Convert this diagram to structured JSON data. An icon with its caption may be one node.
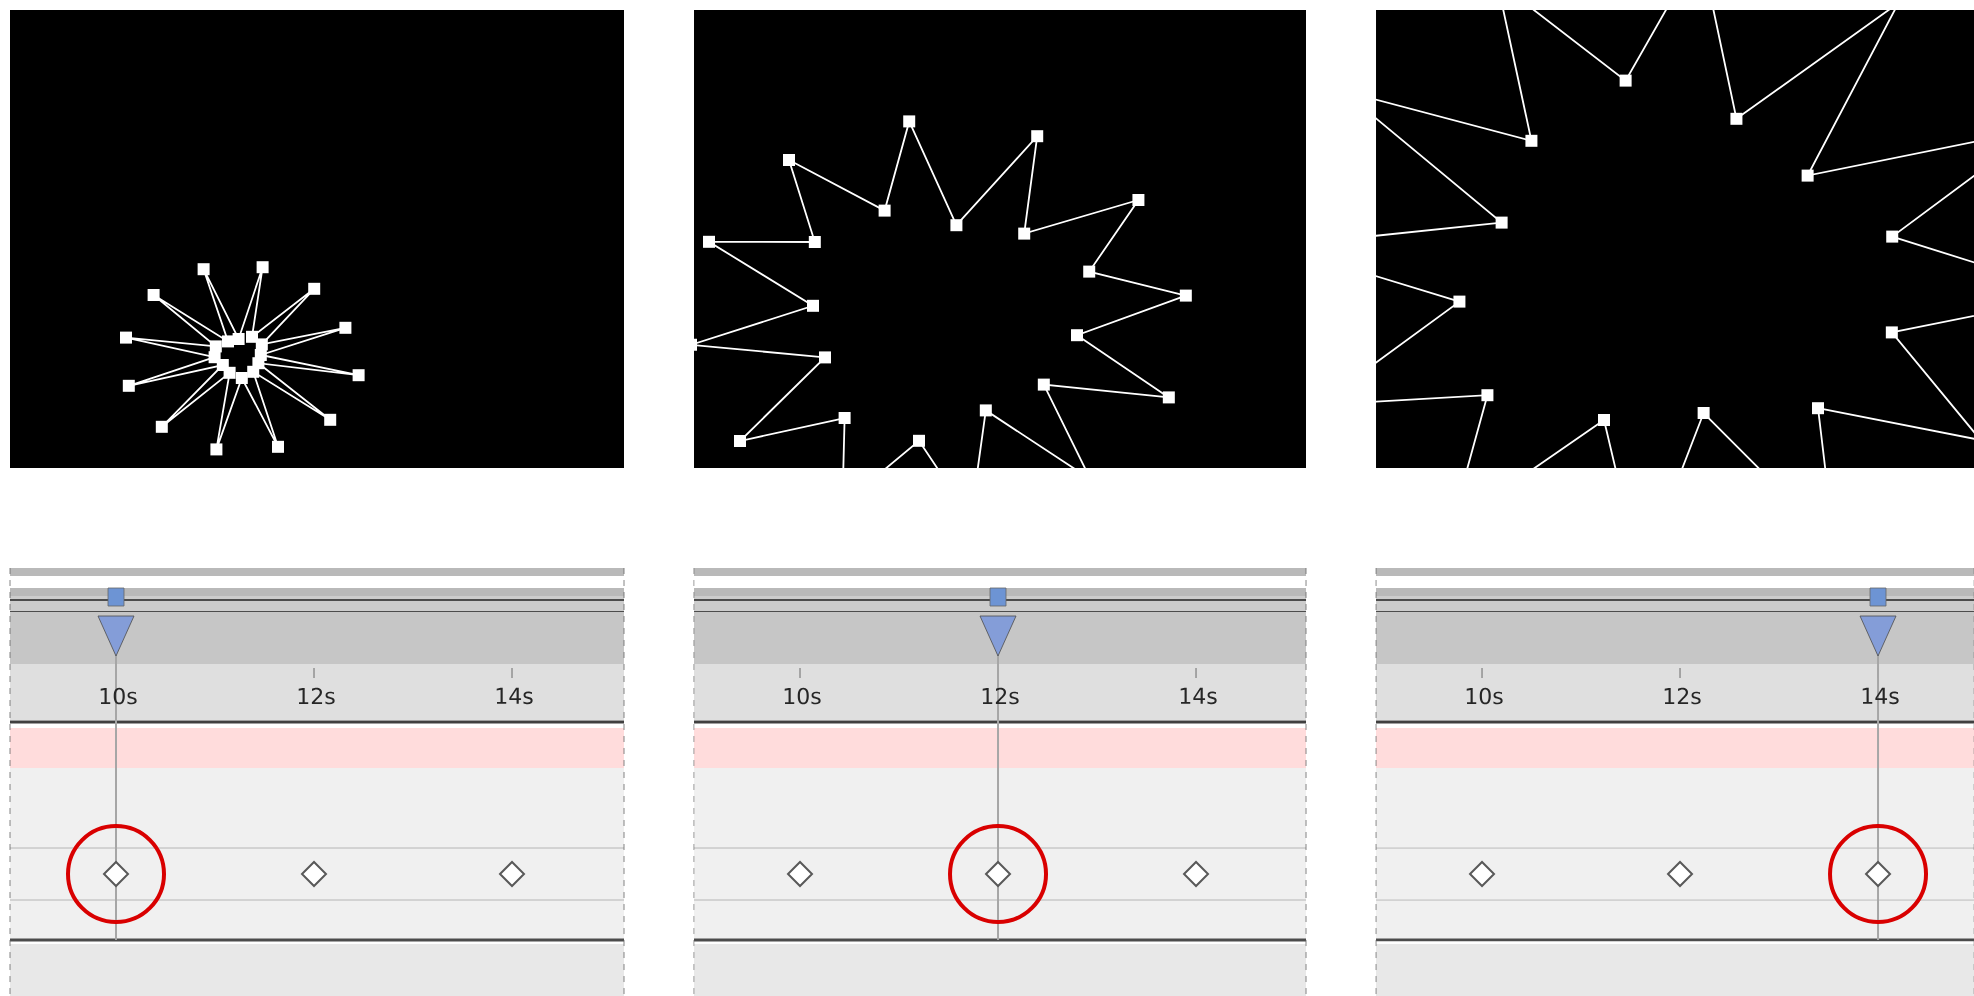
{
  "diagram": {
    "labels": [
      "10s",
      "12s",
      "14s",
      "10s",
      "12s",
      "14s",
      "10s",
      "12s",
      "14s"
    ]
  }
}
